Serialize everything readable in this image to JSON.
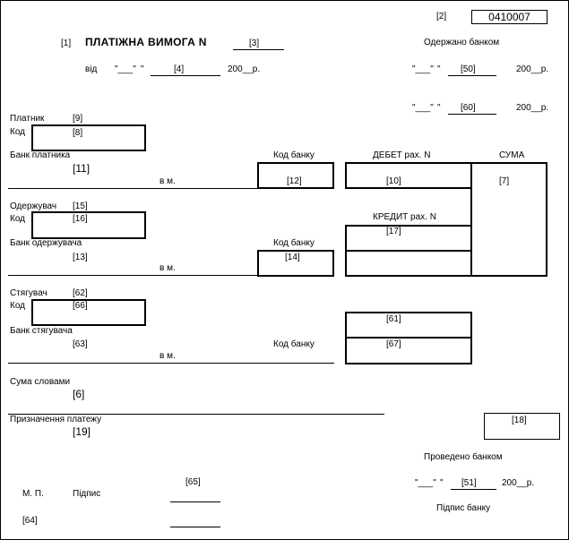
{
  "form_code": "0410007",
  "markers": {
    "m1": "[1]",
    "m2": "[2]",
    "m3": "[3]",
    "m4": "[4]",
    "m50": "[50]",
    "m60": "[60]",
    "m9": "[9]",
    "m8": "[8]",
    "m11": "[11]",
    "m12": "[12]",
    "m10": "[10]",
    "m7": "[7]",
    "m15": "[15]",
    "m16": "[16]",
    "m17": "[17]",
    "m13": "[13]",
    "m14": "[14]",
    "m62": "[62]",
    "m66": "[66]",
    "m61": "[61]",
    "m63": "[63]",
    "m67": "[67]",
    "m6": "[6]",
    "m19": "[19]",
    "m18": "[18]",
    "m65": "[65]",
    "m51": "[51]",
    "m64": "[64]"
  },
  "header": {
    "title": "ПЛАТІЖНА ВИМОГА N",
    "from": "від",
    "q": "\"___\"",
    "q_close": "\"",
    "year": "200__р.",
    "received_by_bank": "Одержано банком"
  },
  "payer": {
    "label": "Платник",
    "code_label": "Код",
    "bank_label": "Банк платника",
    "city": "в м.",
    "bank_code_label": "Код банку"
  },
  "accounts": {
    "debit": "ДЕБЕТ рах. N",
    "credit": "КРЕДИТ рах. N",
    "sum": "СУМА"
  },
  "recipient": {
    "label": "Одержувач",
    "code_label": "Код",
    "bank_label": "Банк одержувача",
    "bank_code_label": "Код банку",
    "city": "в м."
  },
  "collector": {
    "label": "Стягувач",
    "code_label": "Код",
    "bank_label": "Банк стягувача",
    "bank_code_label": "Код банку",
    "city": "в м."
  },
  "sum_words": "Сума словами",
  "purpose": "Призначення платежу",
  "footer": {
    "stamp": "М. П.",
    "signature": "Підпис",
    "processed_by_bank": "Проведено банком",
    "bank_signature": "Підпис банку"
  }
}
